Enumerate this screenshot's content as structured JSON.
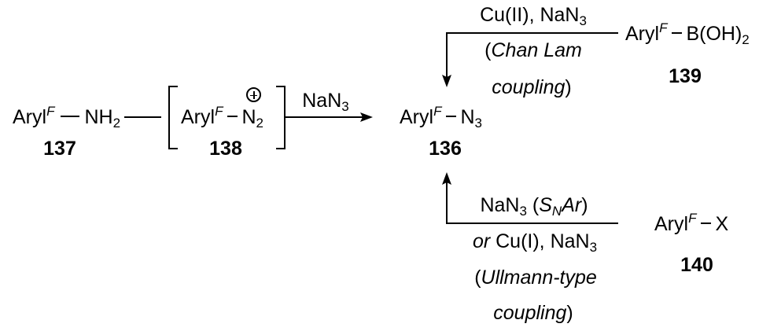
{
  "compounds": {
    "c137": {
      "aryl": "Aryl",
      "sup": "F",
      "group": "NH",
      "sub": "2",
      "number": "137"
    },
    "c138": {
      "aryl": "Aryl",
      "sup": "F",
      "group": "N",
      "sub": "2",
      "number": "138"
    },
    "c136": {
      "aryl": "Aryl",
      "sup": "F",
      "group": "N",
      "sub": "3",
      "number": "136"
    },
    "c139": {
      "aryl": "Aryl",
      "sup": "F",
      "group": "B(OH)",
      "sub": "2",
      "number": "139"
    },
    "c140": {
      "aryl": "Aryl",
      "sup": "F",
      "group": "X",
      "number": "140"
    }
  },
  "reagents": {
    "diazo_to_azide": {
      "text": "NaN",
      "sub": "3"
    },
    "chan_lam": {
      "line1": "Cu(II), NaN",
      "line1_sub": "3",
      "line2": "(",
      "line2_it": "Chan Lam",
      "line3_it": "coupling",
      "line3": ")"
    },
    "ullmann": {
      "line1": "NaN",
      "line1_sub": "3",
      "line1_b": " (",
      "line1_it_s": "S",
      "line1_it_n": "N",
      "line1_it_ar": "Ar",
      "line1_c": ")",
      "line2_it": "or",
      "line2": " Cu(I), NaN",
      "line2_sub": "3",
      "line3": "(",
      "line3_it": "Ullmann-type",
      "line4_it": "coupling",
      "line4": ")"
    }
  }
}
